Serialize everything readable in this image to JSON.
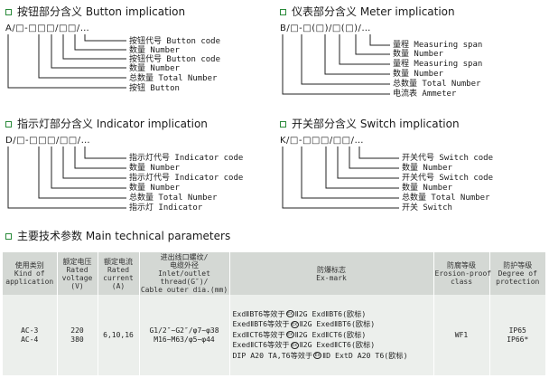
{
  "sections": {
    "button": {
      "title": "按钮部分含义 Button implication",
      "code": "A/□-□□□/□□/…",
      "labels": [
        "按钮代号 Button code",
        "数量 Number",
        "按钮代号 Button code",
        "数量 Number",
        "总数量 Total Number",
        "按钮 Button"
      ]
    },
    "meter": {
      "title": "仪表部分含义 Meter implication",
      "code": "B/□-□(□)/□(□)/…",
      "labels": [
        "量程 Measuring span",
        "数量 Number",
        "量程 Measuring span",
        "数量 Number",
        "总数量 Total Number",
        "电流表 Ammeter"
      ]
    },
    "indicator": {
      "title": "指示灯部分含义 Indicator implication",
      "code": "D/□-□□□/□□/…",
      "labels": [
        "指示灯代号 Indicator code",
        "数量 Number",
        "指示灯代号 Indicator code",
        "数量 Number",
        "总数量 Total Number",
        "指示灯 Indicator"
      ]
    },
    "switch": {
      "title": "开关部分含义 Switch implication",
      "code": "K/□-□□□/□□/…",
      "labels": [
        "开关代号 Switch code",
        "数量 Number",
        "开关代号 Switch code",
        "数量 Number",
        "总数量 Total Number",
        "开关 Switch"
      ]
    },
    "main": {
      "title": "主要技术参数 Main technical parameters"
    }
  },
  "table": {
    "headers": [
      [
        "使用类别",
        "Kind of",
        "application"
      ],
      [
        "额定电压",
        "Rated",
        "voltage",
        "(V)"
      ],
      [
        "额定电流",
        "Rated",
        "current",
        "(A)"
      ],
      [
        "进出线口螺纹/",
        "电缆外径",
        "Inlet/outlet",
        "thread(G″)/",
        "Cable outer dia.(mm)"
      ],
      [
        "防爆标志",
        "Ex-mark"
      ],
      [
        "防腐等级",
        "Erosion-proof",
        "class"
      ],
      [
        "防护等级",
        "Degree of",
        "protection"
      ]
    ],
    "row": {
      "kind": [
        "AC-3",
        "AC-4"
      ],
      "voltage": [
        "220",
        "380"
      ],
      "current": "6,10,16",
      "thread": [
        "G1/2″~G2″/φ7~φ38",
        "M16~M63/φ5~φ44"
      ],
      "exmark": [
        [
          "ExdⅡBT6等效于",
          "Ⅱ2G ExdⅡBT6(欧标)"
        ],
        [
          "ExedⅡBT6等效于",
          "Ⅱ2G ExedⅡBT6(欧标)"
        ],
        [
          "ExdⅡCT6等效于",
          "Ⅱ2G ExdⅡCT6(欧标)"
        ],
        [
          "ExedⅡCT6等效于",
          "Ⅱ2G ExedⅡCT6(欧标)"
        ],
        [
          "DIP A20 TA,T6等效于",
          "ⅡD ExtD A20 T6(欧标)"
        ]
      ],
      "ex_symbol": "Ex",
      "erosion": "WF1",
      "protection": [
        "IP65",
        "IP66*"
      ]
    }
  },
  "colors": {
    "accent_square": "#2a8a3a",
    "header_bg": "#d4d8d4",
    "cell_bg": "#ecefec"
  }
}
